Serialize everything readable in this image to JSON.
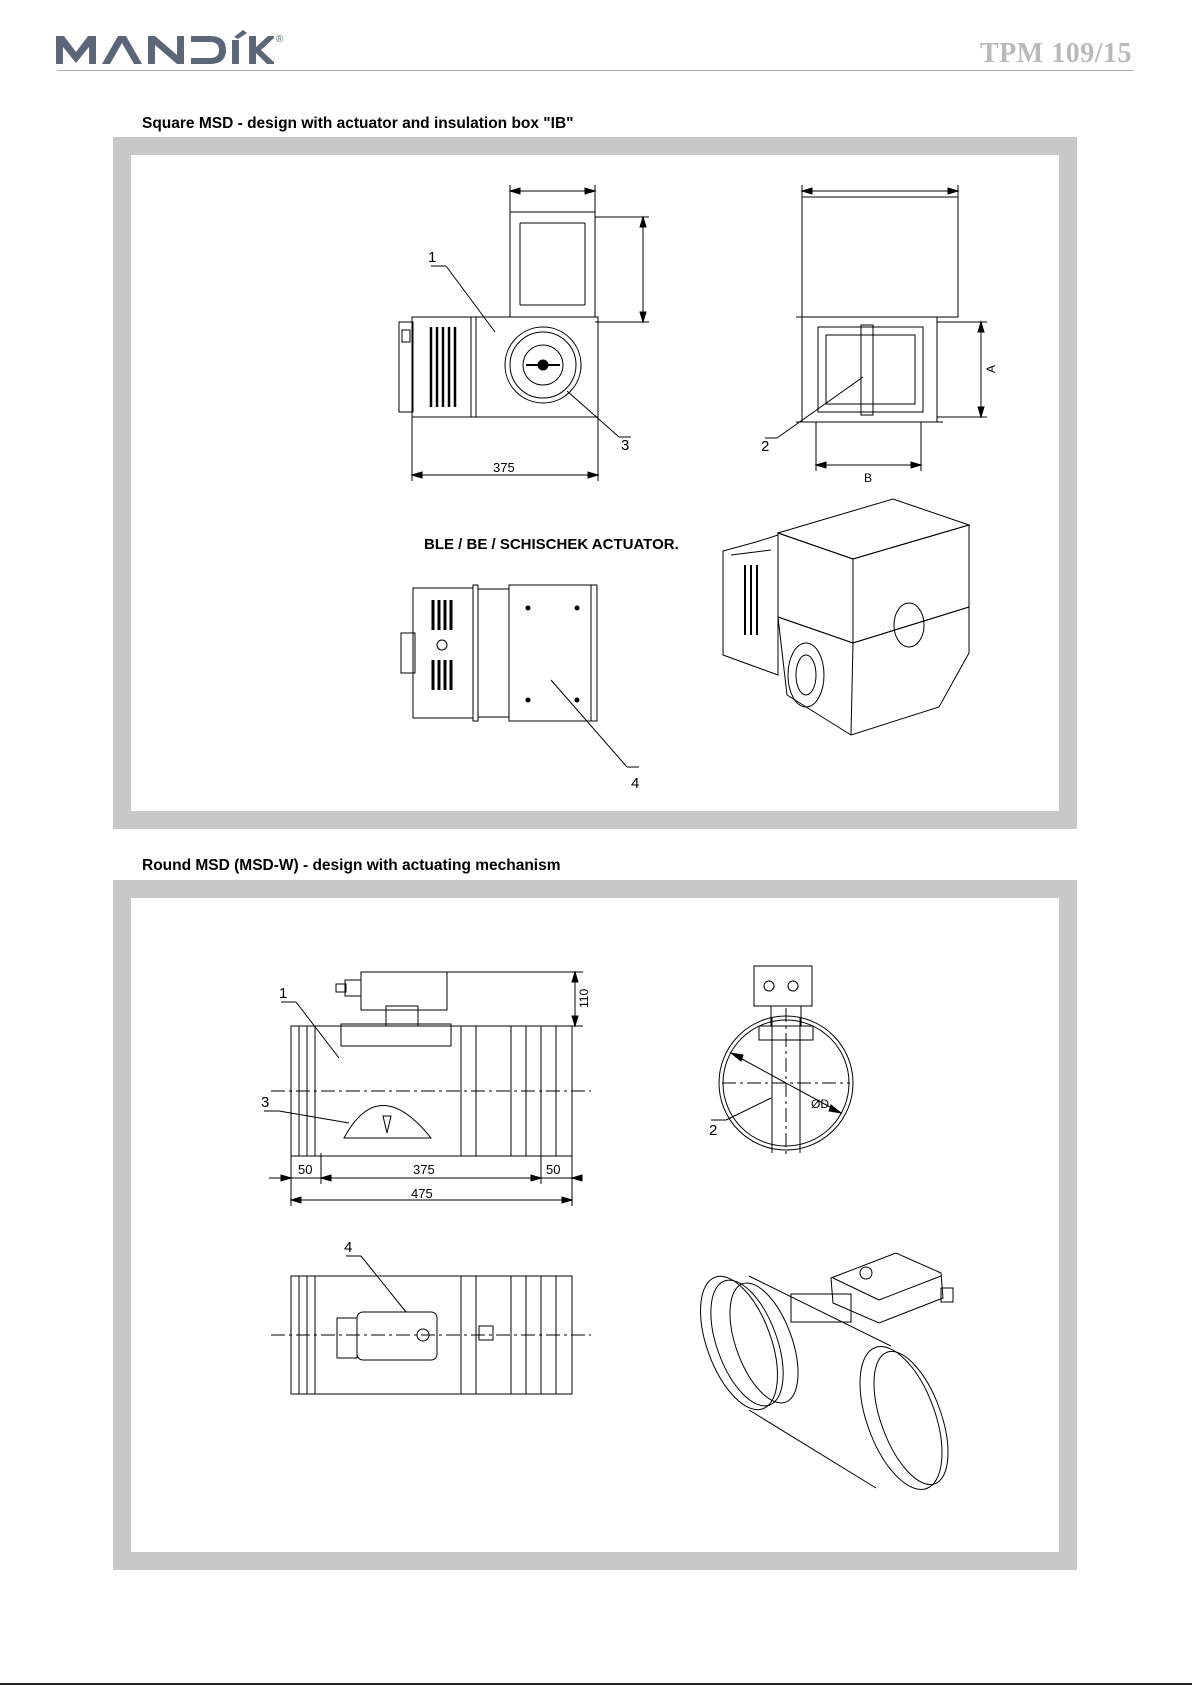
{
  "header": {
    "logo_text": "MANDÍK",
    "registered_mark": "®",
    "doc_code": "TPM 109/15"
  },
  "sections": [
    {
      "title": "Square MSD - design with actuator and insulation box \"IB\"",
      "caption": "BLE / BE / SCHISCHEK   ACTUATOR.",
      "labels": {
        "width_375": "375",
        "dim_a": "A",
        "dim_b": "B",
        "part_1": "1",
        "part_2": "2",
        "part_3": "3",
        "part_4": "4"
      }
    },
    {
      "title": "Round MSD (MSD-W) - design with actuating mechanism",
      "labels": {
        "height_110": "110",
        "left_50": "50",
        "mid_375": "375",
        "right_50": "50",
        "total_475": "475",
        "diameter": "ØD",
        "part_1": "1",
        "part_2": "2",
        "part_3": "3",
        "part_4": "4"
      }
    }
  ],
  "colors": {
    "logo": "#5b6679",
    "doc_code": "#b9b9b9",
    "panel_border": "#c8c8c8"
  }
}
